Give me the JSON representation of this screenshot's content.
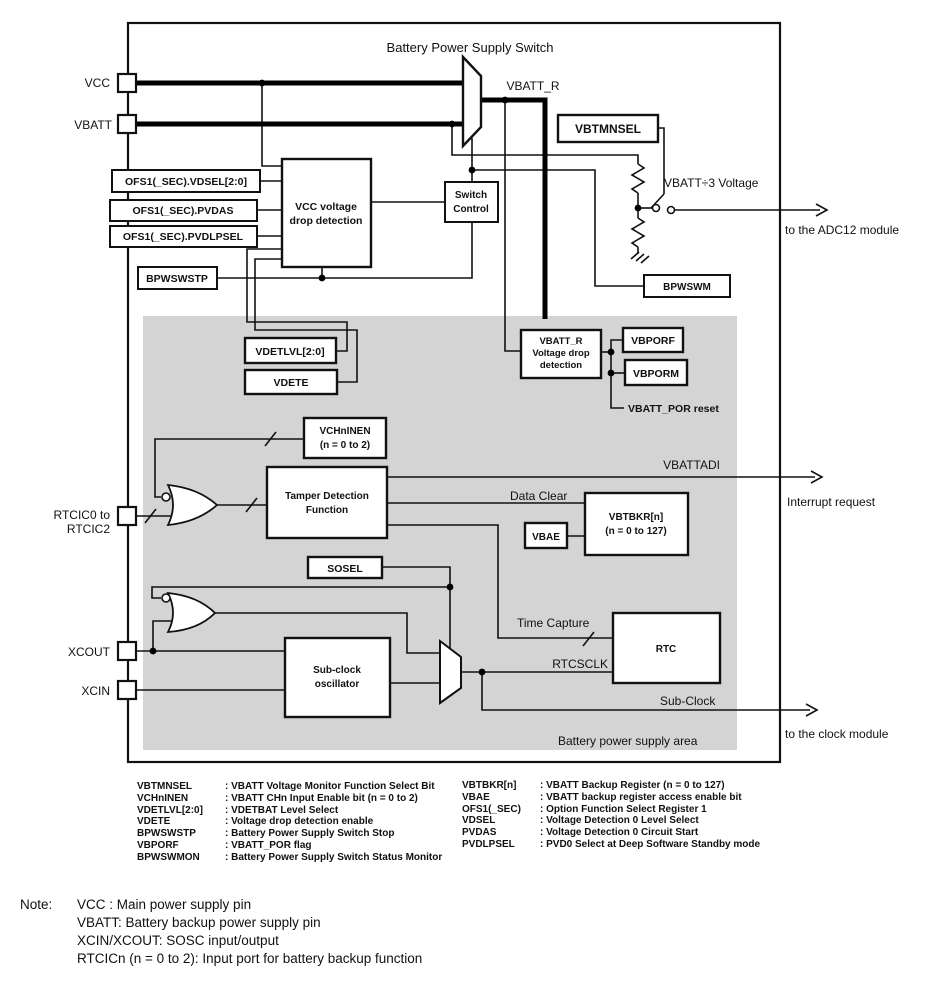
{
  "title": "Battery Power Supply Switch",
  "pins": {
    "vcc": "VCC",
    "vbatt": "VBATT",
    "rtcic_line1": "RTCIC0 to",
    "rtcic_line2": "RTCIC2",
    "xcout": "XCOUT",
    "xcin": "XCIN"
  },
  "boxes": {
    "ofs_vdsel": {
      "label": "OFS1(_SEC).VDSEL[2:0]"
    },
    "ofs_pvdas": {
      "label": "OFS1(_SEC).PVDAS"
    },
    "ofs_pvdlpsel": {
      "label": "OFS1(_SEC).PVDLPSEL"
    },
    "bpwswstp": {
      "label": "BPWSWSTP"
    },
    "vcc_drop": {
      "line1": "VCC voltage",
      "line2": "drop detection"
    },
    "switch_control": {
      "line1": "Switch",
      "line2": "Control"
    },
    "vbtmnsel": {
      "label": "VBTMNSEL"
    },
    "bpwswm": {
      "label": "BPWSWM"
    },
    "vdetlvl": {
      "label": "VDETLVL[2:0]"
    },
    "vdete": {
      "label": "VDETE"
    },
    "vbattr_drop": {
      "line1": "VBATT_R",
      "line2": "Voltage drop",
      "line3": "detection"
    },
    "vbporf": {
      "label": "VBPORF"
    },
    "vbporm": {
      "label": "VBPORM"
    },
    "vchninen": {
      "line1": "VCHnINEN",
      "line2": "(n = 0 to 2)"
    },
    "tamper": {
      "line1": "Tamper Detection",
      "line2": "Function"
    },
    "vbtbkr": {
      "line1": "VBTBKR[n]",
      "line2": "(n = 0 to 127)"
    },
    "vbae": {
      "label": "VBAE"
    },
    "sosel": {
      "label": "SOSEL"
    },
    "subclock_osc": {
      "line1": "Sub-clock",
      "line2": "oscillator"
    },
    "rtc": {
      "label": "RTC"
    }
  },
  "annotations": {
    "vbatt_r": "VBATT_R",
    "vbatt_div3": "VBATT÷3 Voltage",
    "to_adc": "to the ADC12 module",
    "vbatt_por_reset": "VBATT_POR reset",
    "vbattadi": "VBATTADI",
    "interrupt_request": "Interrupt request",
    "data_clear": "Data Clear",
    "time_capture": "Time Capture",
    "rtcsclk": "RTCSCLK",
    "sub_clock": "Sub-Clock",
    "to_clock": "to the clock module",
    "battery_area": "Battery power supply area"
  },
  "legend": {
    "left": [
      {
        "term": "VBTMNSEL",
        "desc": ": VBATT Voltage Monitor Function Select Bit"
      },
      {
        "term": "VCHnINEN",
        "desc": ": VBATT CHn Input Enable bit (n = 0 to 2)"
      },
      {
        "term": "VDETLVL[2:0]",
        "desc": ": VDETBAT Level Select"
      },
      {
        "term": "VDETE",
        "desc": ": Voltage drop detection enable"
      },
      {
        "term": "BPWSWSTP",
        "desc": ": Battery Power Supply Switch Stop"
      },
      {
        "term": "VBPORF",
        "desc": ": VBATT_POR flag"
      },
      {
        "term": "BPWSWMON",
        "desc": ": Battery Power Supply Switch Status Monitor"
      }
    ],
    "right": [
      {
        "term": "VBTBKR[n]",
        "desc": ": VBATT Backup Register (n = 0 to 127)"
      },
      {
        "term": "VBAE",
        "desc": ": VBATT backup register access enable bit"
      },
      {
        "term": "OFS1(_SEC)",
        "desc": ": Option Function Select Register 1"
      },
      {
        "term": "VDSEL",
        "desc": ": Voltage Detection 0 Level Select"
      },
      {
        "term": "PVDAS",
        "desc": ": Voltage Detection 0 Circuit Start"
      },
      {
        "term": "PVDLPSEL",
        "desc": ": PVD0 Select at Deep Software Standby mode"
      }
    ]
  },
  "note": {
    "label": "Note:",
    "lines": [
      "VCC : Main power supply pin",
      "VBATT: Battery backup power supply pin",
      "XCIN/XCOUT: SOSC input/output",
      "RTCICn (n = 0 to 2): Input port for battery backup function"
    ]
  },
  "colors": {
    "wire": "#111111",
    "area_fill": "#d4d4d4",
    "background": "#ffffff"
  }
}
